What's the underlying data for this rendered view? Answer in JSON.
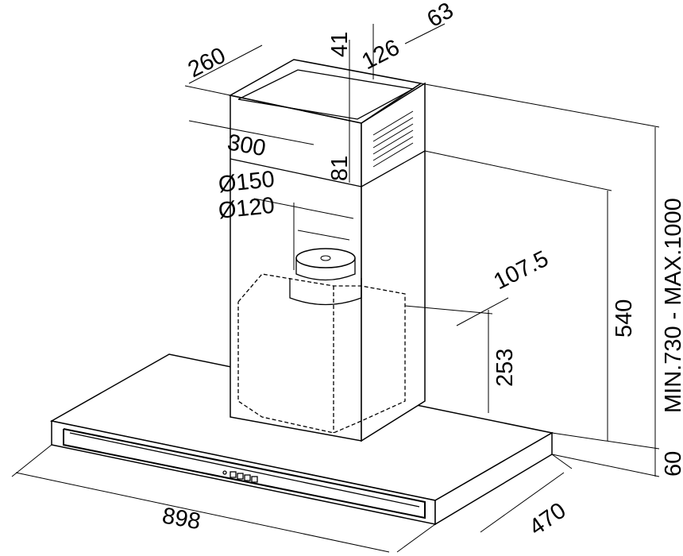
{
  "title": "Range hood dimension drawing",
  "dimensions": {
    "duct_depth": "260",
    "duct_offset_41": "41",
    "duct_offset_126": "126",
    "duct_offset_63": "63",
    "duct_width": "300",
    "duct_height_81": "81",
    "outlet_diameter_outer": "Ø150",
    "outlet_diameter_inner": "Ø120",
    "outlet_offset": "107.5",
    "chimney_height": "540",
    "motor_height": "253",
    "total_height_range": "MIN.730 - MAX.1000",
    "canopy_thickness": "60",
    "canopy_width": "898",
    "canopy_depth": "470"
  }
}
